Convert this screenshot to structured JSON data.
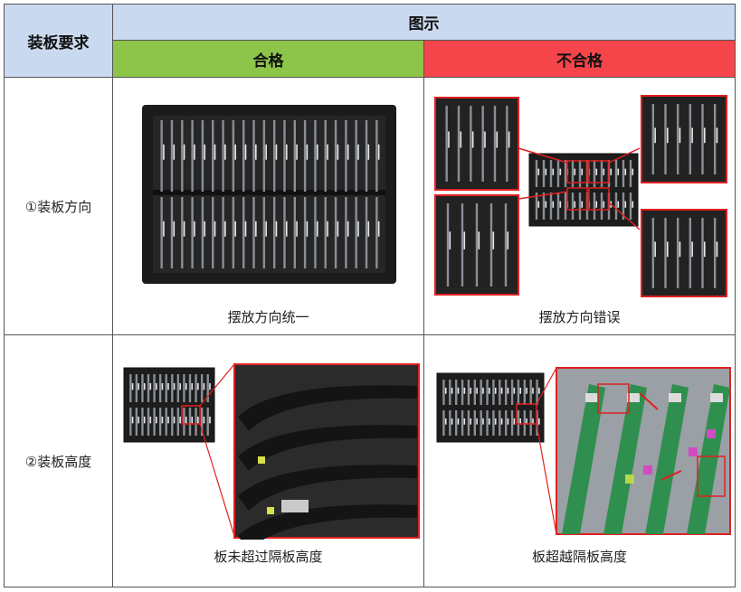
{
  "header": {
    "requirement": "装板要求",
    "figure": "图示",
    "pass": "合格",
    "fail": "不合格"
  },
  "rows": [
    {
      "label": "①装板方向",
      "pass_caption": "摆放方向统一",
      "fail_caption": "摆放方向错误"
    },
    {
      "label": "②装板高度",
      "pass_caption": "板未超过隔板高度",
      "fail_caption": "板超越隔板高度"
    }
  ],
  "colors": {
    "header_blue": "#c9d9ef",
    "pass_green": "#8cc54a",
    "fail_red": "#f5454a",
    "callout_red": "#e02020"
  }
}
